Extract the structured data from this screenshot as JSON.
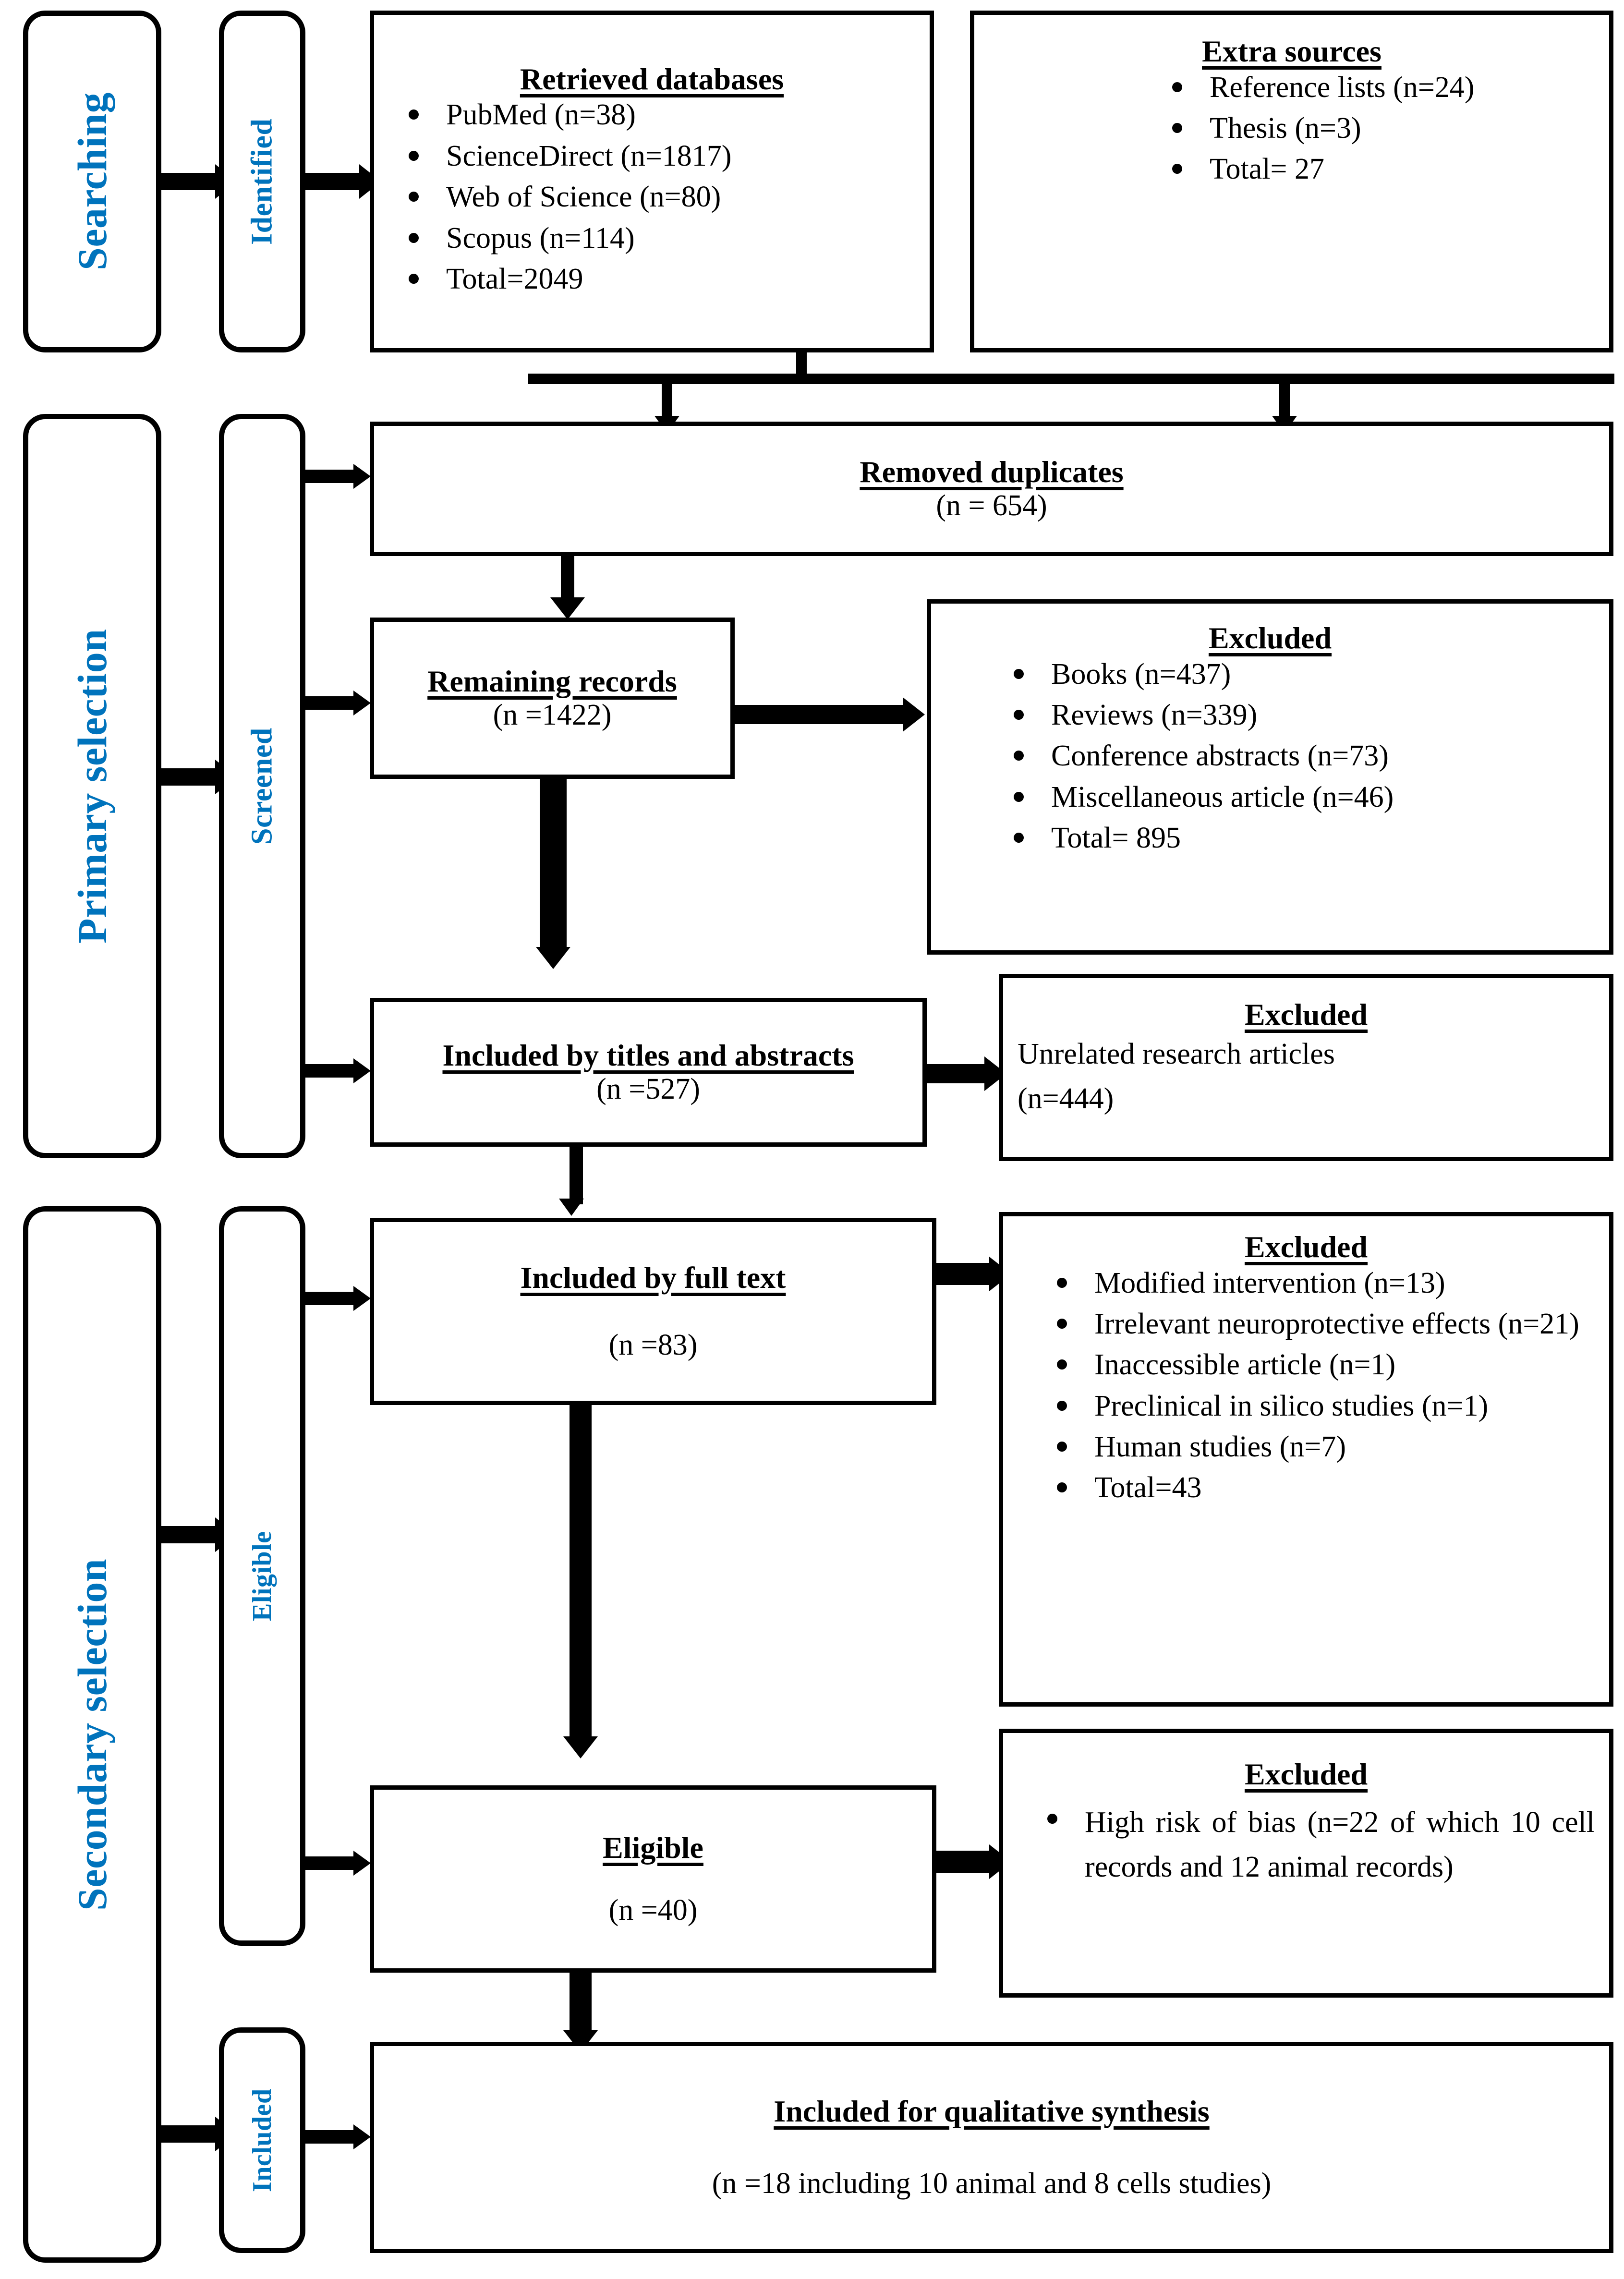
{
  "diagram": {
    "title": "PRISMA study selection flow diagram",
    "accent_color": "#0073BC",
    "line_color": "#000000",
    "background": "#ffffff"
  },
  "stages": {
    "searching": "Searching",
    "identified": "Identified",
    "primary_selection": "Primary selection",
    "screened": "Screened",
    "secondary_selection": "Secondary selection",
    "eligible_stage": "Eligible",
    "included_stage": "Included"
  },
  "boxes": {
    "retrieved_databases": {
      "title": "Retrieved databases",
      "items": [
        "PubMed (n=38)",
        "ScienceDirect (n=1817)",
        "Web of Science (n=80)",
        "Scopus (n=114)",
        "Total=2049"
      ]
    },
    "extra_sources": {
      "title": "Extra sources",
      "items": [
        "Reference lists (n=24)",
        "Thesis (n=3)",
        "Total= 27"
      ]
    },
    "removed_duplicates": {
      "title": "Removed duplicates",
      "count": "(n = 654)"
    },
    "remaining_records": {
      "title": "Remaining records",
      "count": "(n =1422)"
    },
    "excluded_screening": {
      "title": "Excluded",
      "items": [
        "Books (n=437)",
        "Reviews (n=339)",
        "Conference abstracts (n=73)",
        "Miscellaneous article (n=46)",
        "Total= 895"
      ]
    },
    "included_titles_abstracts": {
      "title": "Included by titles and abstracts",
      "count": "(n =527)"
    },
    "excluded_unrelated": {
      "title": "Excluded",
      "line1": "Unrelated research articles",
      "line2": "(n=444)"
    },
    "included_full_text": {
      "title": "Included by full text",
      "count": "(n =83)"
    },
    "excluded_full_text": {
      "title": "Excluded",
      "items": [
        "Modified intervention (n=13)",
        "Irrelevant neuroprotective effects (n=21)",
        "Inaccessible article (n=1)",
        "Preclinical in silico studies (n=1)",
        "Human studies (n=7)",
        "Total=43"
      ]
    },
    "eligible": {
      "title": "Eligible",
      "count": "(n =40)"
    },
    "excluded_bias": {
      "title": "Excluded",
      "items": [
        "High risk of bias (n=22 of which 10 cell records and 12 animal records)"
      ]
    },
    "qualitative_synthesis": {
      "title": "Included for qualitative synthesis",
      "count": "(n =18 including 10 animal and 8 cells studies)"
    }
  },
  "chart_data": {
    "type": "table",
    "title": "PRISMA flow counts",
    "categories": [
      "PubMed",
      "ScienceDirect",
      "Web of Science",
      "Scopus",
      "Databases total",
      "Reference lists",
      "Thesis",
      "Extra sources total",
      "Removed duplicates",
      "Remaining records",
      "Excluded books",
      "Excluded reviews",
      "Excluded conference abstracts",
      "Excluded miscellaneous article",
      "Excluded screening total",
      "Included by titles and abstracts",
      "Excluded unrelated research articles",
      "Included by full text",
      "Excluded modified intervention",
      "Excluded irrelevant neuroprotective effects",
      "Excluded inaccessible article",
      "Excluded preclinical in silico studies",
      "Excluded human studies",
      "Excluded full text total",
      "Eligible",
      "Excluded high risk of bias",
      "Excluded high risk of bias - cell records",
      "Excluded high risk of bias - animal records",
      "Included for qualitative synthesis",
      "Included animal studies",
      "Included cells studies"
    ],
    "values": [
      38,
      1817,
      80,
      114,
      2049,
      24,
      3,
      27,
      654,
      1422,
      437,
      339,
      73,
      46,
      895,
      527,
      444,
      83,
      13,
      21,
      1,
      1,
      7,
      43,
      40,
      22,
      10,
      12,
      18,
      10,
      8
    ]
  }
}
